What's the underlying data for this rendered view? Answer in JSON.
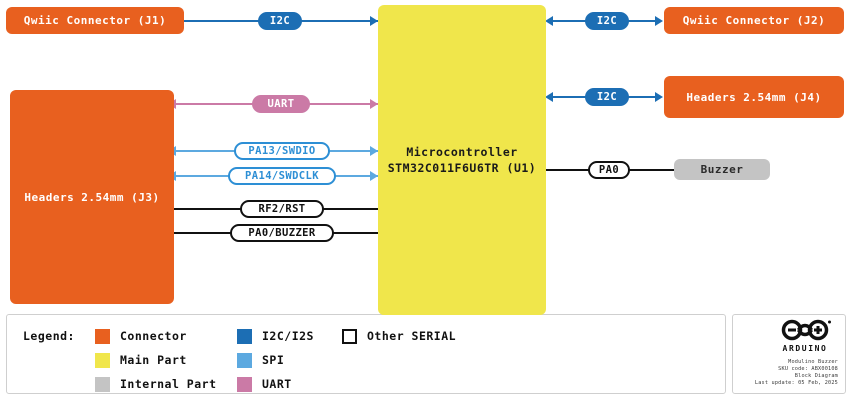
{
  "diagram": {
    "blocks": [
      {
        "id": "j1",
        "label": "Qwiic Connector (J1)",
        "kind": "connector"
      },
      {
        "id": "j3",
        "label": "Headers 2.54mm (J3)",
        "kind": "connector"
      },
      {
        "id": "u1",
        "label_line1": "Microcontroller",
        "label_line2": "STM32C011F6U6TR (U1)",
        "kind": "main"
      },
      {
        "id": "j2",
        "label": "Qwiic Connector (J2)",
        "kind": "connector"
      },
      {
        "id": "j4",
        "label": "Headers 2.54mm (J4)",
        "kind": "connector"
      },
      {
        "id": "buzzer",
        "label": "Buzzer",
        "kind": "internal"
      }
    ],
    "connections": [
      {
        "id": "c1",
        "label": "I2C",
        "bus": "i2c",
        "from": "j1",
        "to": "u1",
        "direction": "bidirectional"
      },
      {
        "id": "c2",
        "label": "UART",
        "bus": "uart",
        "from": "j3",
        "to": "u1",
        "direction": "bidirectional"
      },
      {
        "id": "c3",
        "label": "PA13/SWDIO",
        "bus": "spi",
        "from": "j3",
        "to": "u1",
        "direction": "bidirectional"
      },
      {
        "id": "c4",
        "label": "PA14/SWDCLK",
        "bus": "spi",
        "from": "j3",
        "to": "u1",
        "direction": "bidirectional"
      },
      {
        "id": "c5",
        "label": "RF2/RST",
        "bus": "other",
        "from": "j3",
        "to": "u1",
        "direction": "none"
      },
      {
        "id": "c6",
        "label": "PA0/BUZZER",
        "bus": "other",
        "from": "j3",
        "to": "u1",
        "direction": "none"
      },
      {
        "id": "c7",
        "label": "I2C",
        "bus": "i2c",
        "from": "u1",
        "to": "j2",
        "direction": "bidirectional"
      },
      {
        "id": "c8",
        "label": "I2C",
        "bus": "i2c",
        "from": "u1",
        "to": "j4",
        "direction": "bidirectional"
      },
      {
        "id": "c9",
        "label": "PA0",
        "bus": "other",
        "from": "u1",
        "to": "buzzer",
        "direction": "none"
      }
    ]
  },
  "legend": {
    "title": "Legend:",
    "columns": [
      {
        "items": [
          {
            "label": "Connector",
            "color": "#E8601F",
            "style": "fill"
          },
          {
            "label": "Main Part",
            "color": "#F0E64B",
            "style": "fill"
          },
          {
            "label": "Internal Part",
            "color": "#C4C4C4",
            "style": "fill"
          }
        ]
      },
      {
        "items": [
          {
            "label": "I2C/I2S",
            "color": "#1C6EB4",
            "style": "fill"
          },
          {
            "label": "SPI",
            "color": "#5CA9E0",
            "style": "fill"
          },
          {
            "label": "UART",
            "color": "#CB7AA6",
            "style": "fill"
          }
        ]
      },
      {
        "items": [
          {
            "label": "Other SERIAL",
            "color": "#FFFFFF",
            "style": "outline"
          }
        ]
      }
    ]
  },
  "info_card": {
    "brand": "ARDUINO",
    "product": "Modulino Buzzer",
    "sku": "SKU code: ABX00108",
    "doc_type": "Block Diagram",
    "last_update": "Last update: 05 Feb, 2025"
  },
  "colors": {
    "connector": "#E8601F",
    "main_part": "#F0E64B",
    "internal_part": "#C4C4C4",
    "i2c": "#1C6EB4",
    "spi": "#5CA9E0",
    "uart": "#CB7AA6",
    "other_serial": "#111111"
  }
}
